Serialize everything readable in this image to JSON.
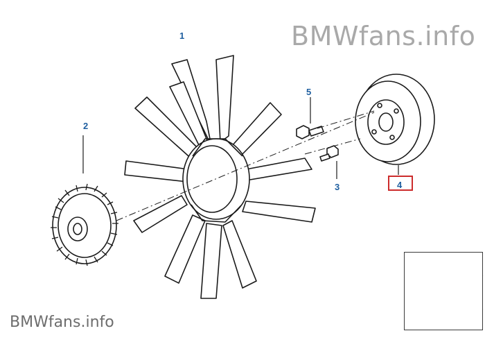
{
  "watermark": {
    "top": "BMWfans.info",
    "bottom": "BMWfans.info"
  },
  "callouts": {
    "fan": "1",
    "clutch": "2",
    "bolt_short": "3",
    "pulley": "4",
    "bolt": "5"
  },
  "colors": {
    "line": "#1a1a1a",
    "callout_text": "#1f5fa0",
    "highlight_box": "#cc2b2b",
    "watermark": "#a9a9a9"
  }
}
